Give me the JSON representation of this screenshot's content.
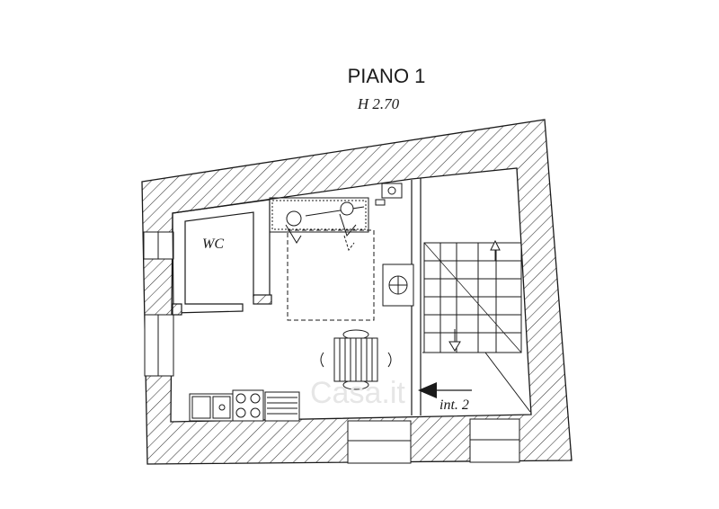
{
  "plan": {
    "title": "PIANO 1",
    "height_label": "H  2.70",
    "room_wc_label": "WC",
    "entrance_label": "int.  2",
    "watermark": "Casa.it"
  },
  "colors": {
    "line": "#1a1a1a",
    "hatch": "#333333",
    "watermark": "#e6e6e6"
  },
  "icons": [
    "bed-icon",
    "person-icon",
    "table-icon",
    "sink-icon",
    "stove-icon",
    "stairs-icon",
    "arrow-icon"
  ]
}
